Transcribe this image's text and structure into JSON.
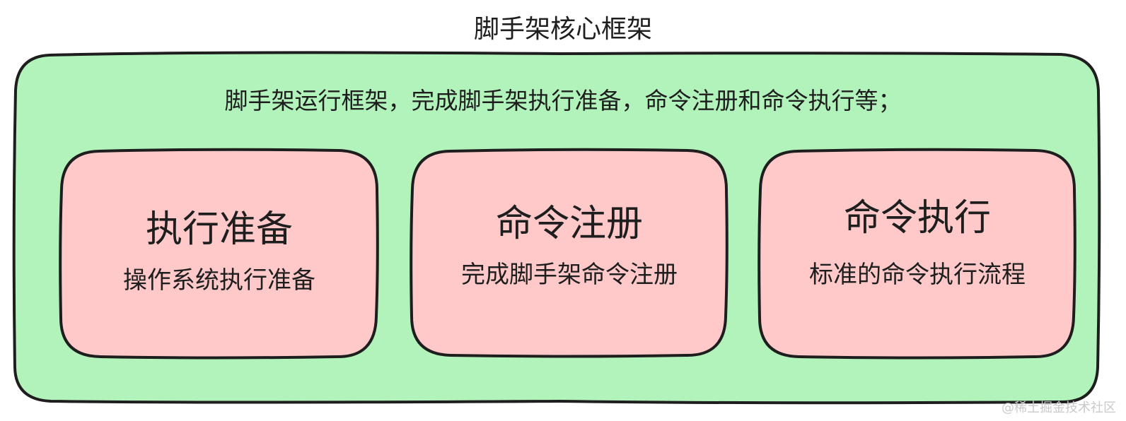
{
  "title": "脚手架核心框架",
  "description": "脚手架运行框架，完成脚手架执行准备，命令注册和命令执行等；",
  "cards": [
    {
      "title": "执行准备",
      "subtitle": "操作系统执行准备"
    },
    {
      "title": "命令注册",
      "subtitle": "完成脚手架命令注册"
    },
    {
      "title": "命令执行",
      "subtitle": "标准的命令执行流程"
    }
  ],
  "watermark": "@稀土掘金技术社区",
  "colors": {
    "outer_fill": "#b2f2bb",
    "card_fill": "#ffc9c9",
    "stroke": "#1e1e1e"
  }
}
